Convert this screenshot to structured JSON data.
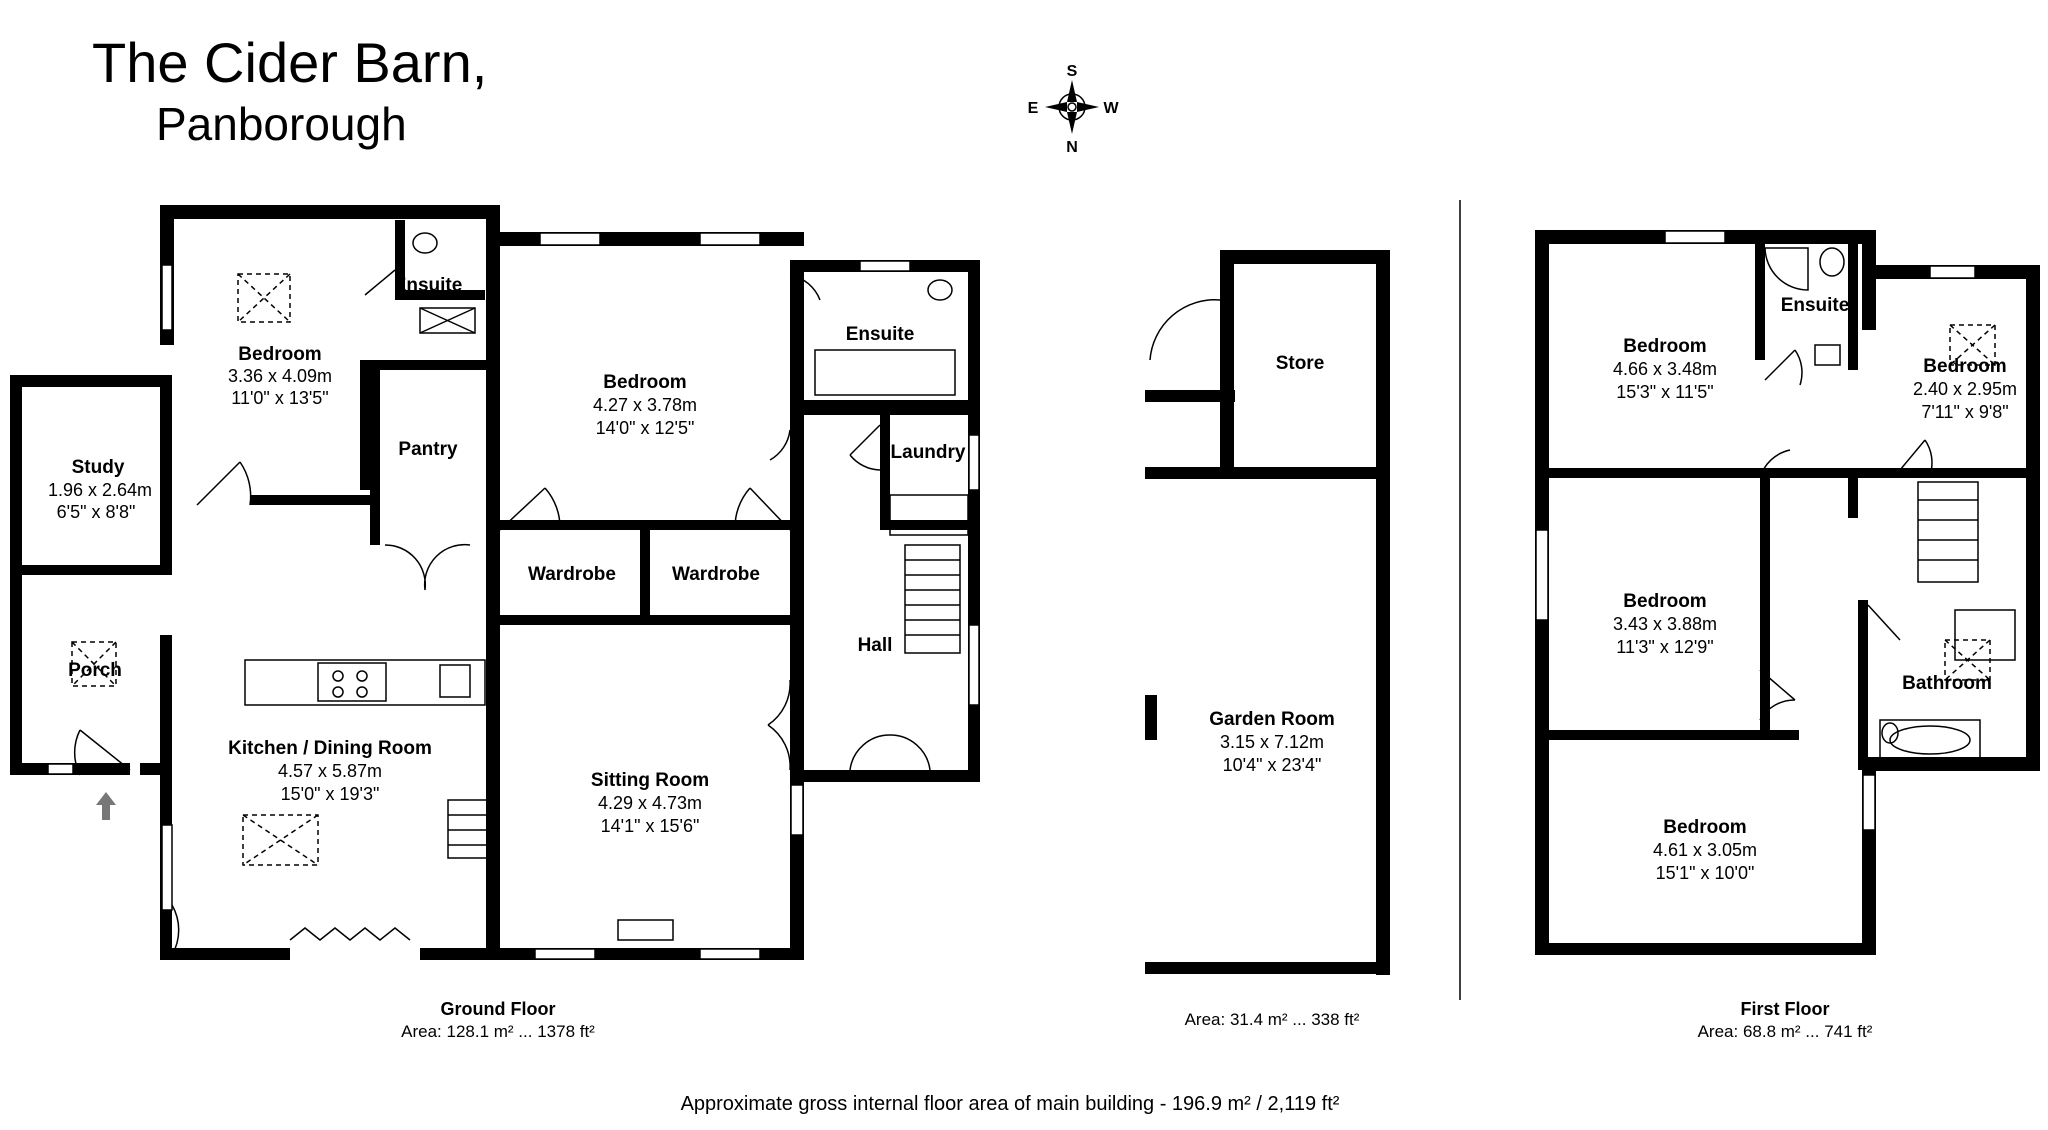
{
  "title": {
    "line1": "The Cider Barn,",
    "line2": "Panborough"
  },
  "compass": {
    "top": "S",
    "left": "E",
    "right": "W",
    "bottom": "N"
  },
  "ground_floor": {
    "label": "Ground Floor",
    "area": "Area: 128.1 m² ... 1378 ft²",
    "rooms": {
      "bedroom1": {
        "name": "Bedroom",
        "metric": "3.36 x 4.09m",
        "imperial": "11'0\" x 13'5\""
      },
      "ensuite1": {
        "name": "Ensuite"
      },
      "bedroom2": {
        "name": "Bedroom",
        "metric": "4.27 x 3.78m",
        "imperial": "14'0\" x 12'5\""
      },
      "ensuite2": {
        "name": "Ensuite"
      },
      "laundry": {
        "name": "Laundry"
      },
      "pantry": {
        "name": "Pantry"
      },
      "study": {
        "name": "Study",
        "metric": "1.96 x 2.64m",
        "imperial": "6'5\" x 8'8\""
      },
      "wardrobe1": {
        "name": "Wardrobe"
      },
      "wardrobe2": {
        "name": "Wardrobe"
      },
      "hall": {
        "name": "Hall"
      },
      "porch": {
        "name": "Porch"
      },
      "kitchen": {
        "name": "Kitchen / Dining Room",
        "metric": "4.57 x 5.87m",
        "imperial": "15'0\" x 19'3\""
      },
      "sitting": {
        "name": "Sitting Room",
        "metric": "4.29 x 4.73m",
        "imperial": "14'1\" x 15'6\""
      }
    }
  },
  "outbuilding": {
    "area": "Area: 31.4 m² ... 338 ft²",
    "rooms": {
      "store": {
        "name": "Store"
      },
      "garden": {
        "name": "Garden Room",
        "metric": "3.15 x 7.12m",
        "imperial": "10'4\" x 23'4\""
      }
    }
  },
  "first_floor": {
    "label": "First Floor",
    "area": "Area: 68.8 m² ... 741 ft²",
    "rooms": {
      "bedroom_a": {
        "name": "Bedroom",
        "metric": "4.66 x 3.48m",
        "imperial": "15'3\" x 11'5\""
      },
      "ensuite": {
        "name": "Ensuite"
      },
      "bedroom_b": {
        "name": "Bedroom",
        "metric": "2.40 x 2.95m",
        "imperial": "7'11\" x 9'8\""
      },
      "bedroom_c": {
        "name": "Bedroom",
        "metric": "3.43 x 3.88m",
        "imperial": "11'3\" x 12'9\""
      },
      "bathroom": {
        "name": "Bathroom"
      },
      "bedroom_d": {
        "name": "Bedroom",
        "metric": "4.61 x 3.05m",
        "imperial": "15'1\" x 10'0\""
      }
    }
  },
  "footer": "Approximate gross internal floor area of main building  -  196.9 m² / 2,119 ft²"
}
